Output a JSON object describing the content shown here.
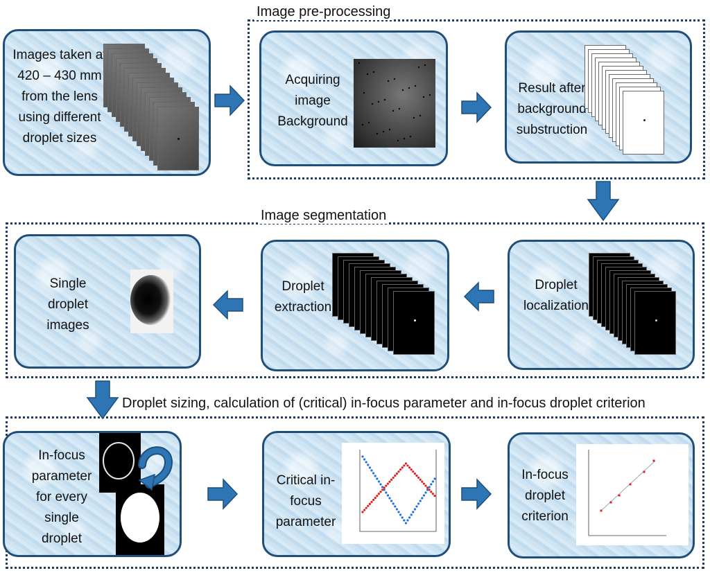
{
  "sections": {
    "preprocessing": "Image pre-processing",
    "segmentation": "Image segmentation",
    "sizing": "Droplet sizing, calculation of (critical) in-focus parameter and in-focus droplet criterion"
  },
  "boxes": {
    "images_taken": [
      "Images taken at",
      "420 – 430 mm",
      "from the lens",
      "using different",
      "droplet sizes"
    ],
    "acquiring": [
      "Acquiring",
      "image",
      "Background"
    ],
    "result": [
      "Result after",
      "background",
      "substruction"
    ],
    "single": [
      "Single",
      "droplet",
      "images"
    ],
    "extraction": [
      "Droplet",
      "extraction"
    ],
    "localization": [
      "Droplet",
      "localization"
    ],
    "infocus_param": [
      "In-focus",
      "parameter",
      "for every",
      "single",
      "droplet"
    ],
    "critical": [
      "Critical in-",
      "focus",
      "parameter"
    ],
    "criterion": [
      "In-focus",
      "droplet",
      "criterion"
    ]
  },
  "colors": {
    "box_border": "#1f4e79",
    "arrow": "#2e75b6",
    "dots": "#1f3864",
    "red": "#e02020",
    "blue": "#2070e0"
  }
}
